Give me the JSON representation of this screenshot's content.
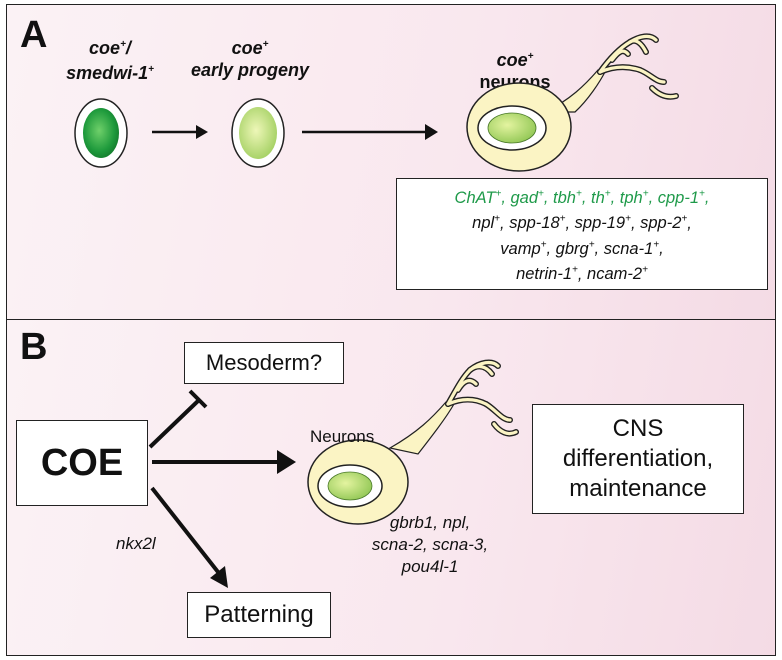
{
  "panel_a": {
    "label": "A",
    "stage1": {
      "line1": "coe",
      "line1_sup": "+",
      "line1_suffix": "/",
      "line2": "smedwi-1",
      "line2_sup": "+"
    },
    "stage2": {
      "line1": "coe",
      "line1_sup": "+",
      "line2": "early progeny"
    },
    "stage3": {
      "line1": "coe",
      "line1_sup": "+",
      "line2": "neurons"
    },
    "markers_green": [
      {
        "name": "ChAT",
        "sup": "+"
      },
      {
        "name": "gad",
        "sup": "+"
      },
      {
        "name": "tbh",
        "sup": "+"
      },
      {
        "name": "th",
        "sup": "+"
      },
      {
        "name": "tph",
        "sup": "+"
      },
      {
        "name": "cpp-1",
        "sup": "+"
      }
    ],
    "markers_black": [
      [
        {
          "name": "npl",
          "sup": "+"
        },
        {
          "name": "spp-18",
          "sup": "+"
        },
        {
          "name": "spp-19",
          "sup": "+"
        },
        {
          "name": "spp-2",
          "sup": "+"
        }
      ],
      [
        {
          "name": "vamp",
          "sup": "+"
        },
        {
          "name": "gbrg",
          "sup": "+"
        },
        {
          "name": "scna-1",
          "sup": "+"
        }
      ],
      [
        {
          "name": "netrin-1",
          "sup": "+"
        },
        {
          "name": "ncam-2",
          "sup": "+"
        }
      ]
    ]
  },
  "panel_b": {
    "label": "B",
    "coe_box": "COE",
    "mesoderm_box": "Mesoderm?",
    "patterning_box": "Patterning",
    "nkx_label": "nkx2l",
    "neurons_label": "Neurons",
    "neuron_genes": [
      "gbrb1, npl,",
      "scna-2, scna-3,",
      "pou4l-1"
    ],
    "cns_box": [
      "CNS",
      "differentiation,",
      "maintenance"
    ]
  },
  "colors": {
    "cell_green_dark": "#1e9a3c",
    "cell_green_light": "#d6ec8c",
    "neuron_fill": "#fbf4c4",
    "marker_green": "#1f9a4a"
  }
}
